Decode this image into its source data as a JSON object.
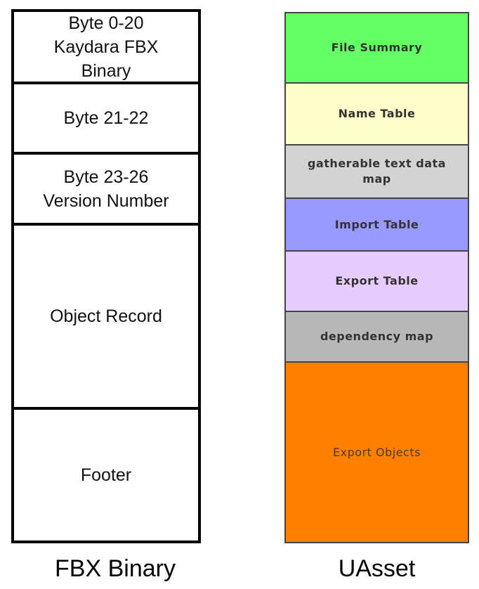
{
  "fbx": {
    "caption": "FBX Binary",
    "blocks": [
      {
        "lines": [
          "Byte 0-20",
          "Kaydara FBX",
          "Binary"
        ]
      },
      {
        "lines": [
          "Byte 21-22"
        ]
      },
      {
        "lines": [
          "Byte 23-26",
          "Version Number"
        ]
      },
      {
        "lines": [
          "Object Record"
        ]
      },
      {
        "lines": [
          "Footer"
        ]
      }
    ]
  },
  "uasset": {
    "caption": "UAsset",
    "blocks": [
      {
        "label": "File Summary",
        "color": "#66ff66"
      },
      {
        "label": "Name Table",
        "color": "#ffffcc"
      },
      {
        "label": "gatherable text data map",
        "color": "#d3d3d3"
      },
      {
        "label": "Import Table",
        "color": "#9999ff"
      },
      {
        "label": "Export Table",
        "color": "#e6ccff"
      },
      {
        "label": "dependency map",
        "color": "#b8b8b8"
      },
      {
        "label": "Export Objects",
        "color": "#ff8000"
      }
    ]
  }
}
